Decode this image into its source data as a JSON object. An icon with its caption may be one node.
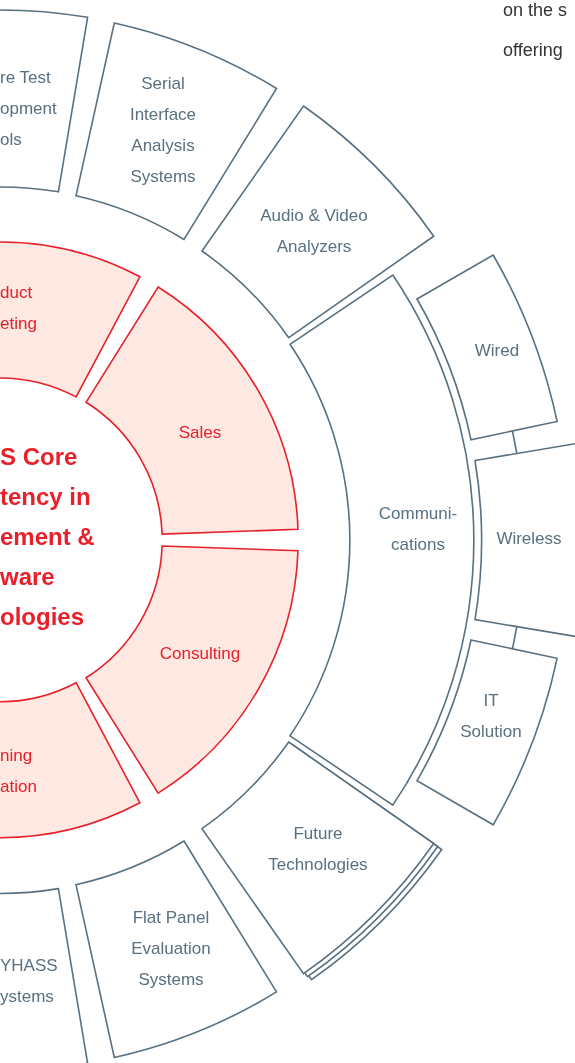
{
  "diagram": {
    "nodes": [
      {
        "text": [
          "re Test opment ols"
        ]
      },
      {
        "text": [
          "Serial Interface Analysis Systems"
        ]
      },
      {
        "text": [
          "Audio & Video Analyzers"
        ]
      },
      {
        "text": [
          "duct eting"
        ]
      },
      {
        "text": [
          "Wired"
        ]
      },
      {
        "text": [
          "Sales"
        ]
      },
      {
        "text": [
          "S Core tency in ement & ware ologies"
        ]
      },
      {
        "text": [
          "Communi- cations"
        ]
      },
      {
        "text": [
          "Wireless"
        ]
      },
      {
        "text": [
          "Consulting"
        ]
      },
      {
        "text": [
          "IT Solution"
        ]
      },
      {
        "text": [
          "ning ation"
        ]
      },
      {
        "text": [
          "Future Technologies"
        ]
      },
      {
        "text": [
          "YHASS ystems"
        ]
      },
      {
        "text": [
          "Flat Panel Evaluation Systems"
        ]
      }
    ],
    "edges": [
      {
        "from": 4,
        "to": 8,
        "arrow": "none"
      },
      {
        "from": 8,
        "to": 10,
        "arrow": "none"
      }
    ],
    "labels": [
      "on the s",
      "offering"
    ]
  }
}
